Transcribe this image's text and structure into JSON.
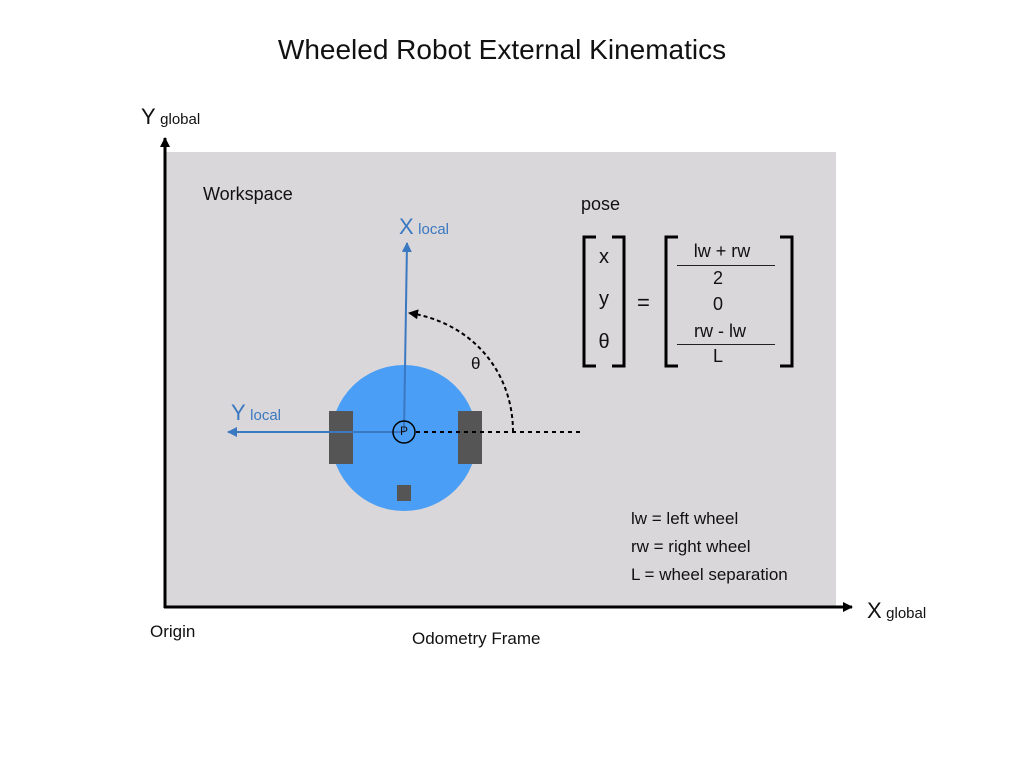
{
  "title": "Wheeled Robot External Kinematics",
  "axes": {
    "y_global": {
      "main": "Y",
      "sub": "global"
    },
    "x_global": {
      "main": "X",
      "sub": "global"
    },
    "x_local": {
      "main": "X",
      "sub": "local"
    },
    "y_local": {
      "main": "Y",
      "sub": "local"
    }
  },
  "labels": {
    "workspace": "Workspace",
    "origin": "Origin",
    "odometry_frame": "Odometry Frame",
    "theta": "θ",
    "point": "P"
  },
  "pose": {
    "label": "pose",
    "vector": [
      "x",
      "y",
      "θ"
    ],
    "equals": "=",
    "row1_num": "lw  +  rw",
    "row1_den": "2",
    "row2": "0",
    "row3_num": "rw  -  lw",
    "row3_den": "L"
  },
  "legend": [
    "lw = left wheel",
    "rw = right wheel",
    "L = wheel separation"
  ],
  "colors": {
    "workspace": "#d9d7d9",
    "robot_body": "#4a9ef5",
    "wheel": "#555555",
    "local_axes": "#3a78c2"
  }
}
